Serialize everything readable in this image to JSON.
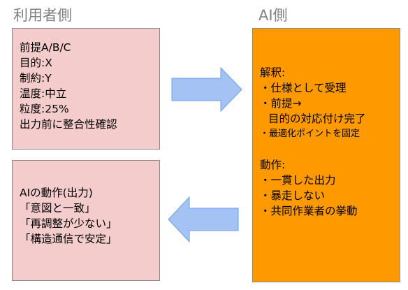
{
  "headings": {
    "user": "利用者側",
    "ai": "AI側"
  },
  "user_request": {
    "lines": [
      "前提A/B/C",
      "目的:X",
      "制約:Y",
      "温度:中立",
      "粒度:25%",
      "出力前に整合性確認"
    ]
  },
  "ai_side": {
    "interpretation_title": "解釈:",
    "interpretation_items": [
      "・仕様として受理",
      "・前提→",
      "目的の対応付け完了",
      "・最適化ポイントを固定"
    ],
    "behavior_title": "動作:",
    "behavior_items": [
      "・一貫した出力",
      "・暴走しない",
      "・共同作業者の挙動"
    ]
  },
  "user_result": {
    "lines": [
      "AIの動作(出力)",
      "「意図と一致」",
      "「再調整が少ない」",
      "「構造通信で安定」"
    ]
  },
  "colors": {
    "user_box_fill": "#f4cccc",
    "ai_box_fill": "#ff9900",
    "arrow_fill": "#a4c2f4",
    "arrow_stroke": "#6d9eeb",
    "heading_text": "#808080"
  }
}
